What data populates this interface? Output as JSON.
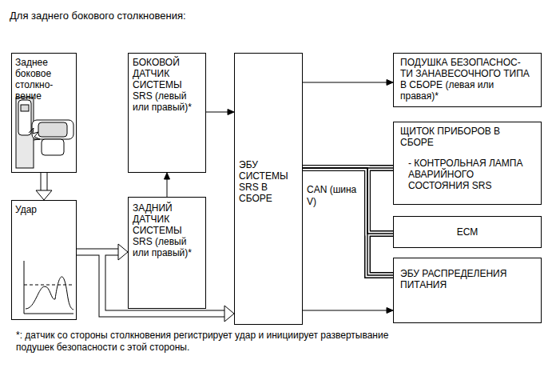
{
  "diagram": {
    "title": "Для заднего бокового столкновения:",
    "nodes": [
      {
        "text": [
          "Заднее боковое столкно- вение"
        ]
      },
      {
        "text": [
          "Удар"
        ]
      },
      {
        "text": [
          "БОКОВОЙ ДАТЧИК СИСТЕМЫ SRS (левый или правый)*"
        ]
      },
      {
        "text": [
          "ЗАДНИЙ ДАТЧИК СИСТЕМЫ SRS (левый или правый)*"
        ]
      },
      {
        "text": [
          "ЭБУ СИСТЕМЫ SRS В СБОРЕ"
        ]
      },
      {
        "text": [
          "ПОДУШКА БЕЗОПАСНОС- ТИ ЗАНАВЕСОЧНОГО ТИПА В СБОРЕ (левая или правая)*"
        ]
      },
      {
        "text": [
          "ЩИТОК ПРИБОРОВ В СБОРЕ",
          "- КОНТРОЛЬНАЯ ЛАМПА АВАРИЙНОГО СОСТОЯНИЯ SRS"
        ]
      },
      {
        "text": [
          "ECM"
        ]
      },
      {
        "text": [
          "ЭБУ РАСПРЕДЕЛЕНИЯ ПИТАНИЯ"
        ]
      }
    ],
    "edges": [
      {
        "from": 0,
        "to": 1,
        "arrow": "to"
      },
      {
        "from": 1,
        "to": 3,
        "arrow": "to"
      },
      {
        "from": 1,
        "to": 4,
        "arrow": "to"
      },
      {
        "from": 3,
        "to": 2,
        "arrow": "to"
      },
      {
        "from": 2,
        "to": 4,
        "arrow": "to"
      },
      {
        "from": 4,
        "to": 5,
        "arrow": "to"
      },
      {
        "from": 4,
        "to": 6,
        "arrow": "none"
      },
      {
        "from": 4,
        "to": 7,
        "arrow": "none"
      },
      {
        "from": 4,
        "to": 8,
        "arrow": "none"
      },
      {
        "from": 4,
        "to": 8,
        "arrow": "to"
      }
    ],
    "labels": [
      "CAN (шина V)",
      "*: датчик со стороны столкновения регистрирует удар и инициирует развертывание подушек безопасности с этой стороны."
    ]
  }
}
